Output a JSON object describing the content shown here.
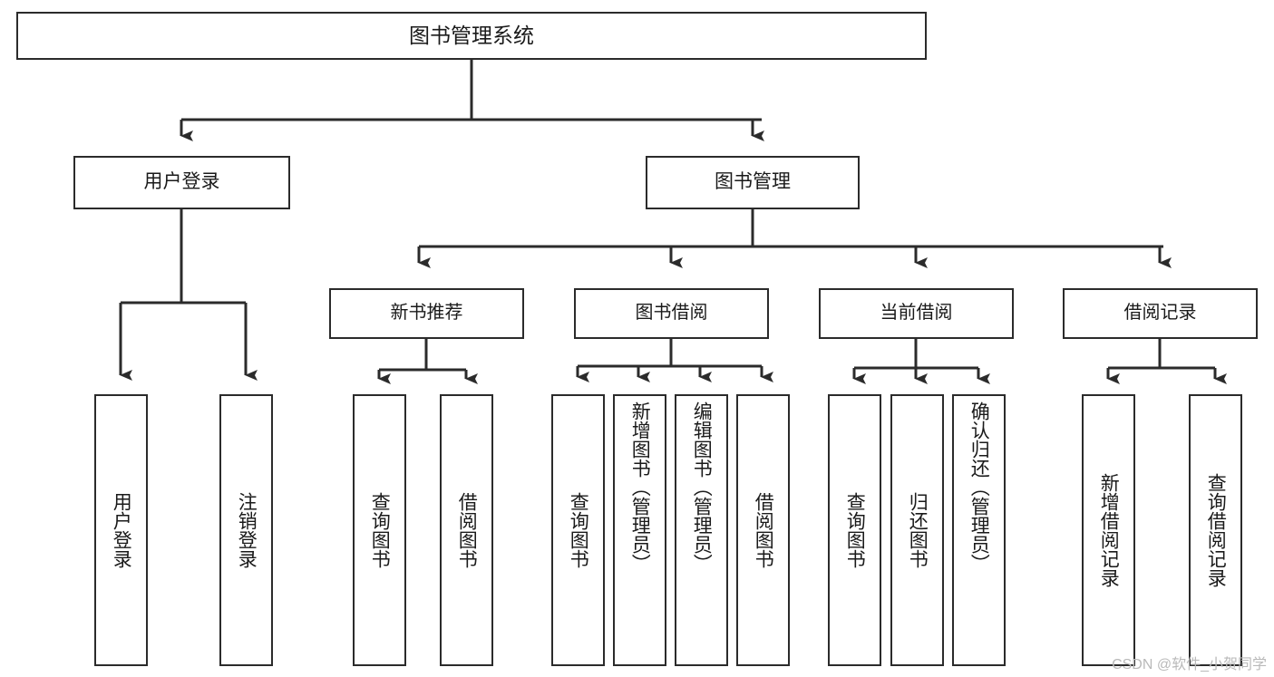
{
  "diagram": {
    "type": "tree-hierarchy-diagram",
    "title": "图书管理系统",
    "theme": {
      "background": "#ffffff",
      "box_border": "#2b2b2b",
      "box_fill": "#ffffff",
      "text": "#1a1a1a",
      "connector": "#2b2b2b",
      "watermark": "#b9b9b9"
    },
    "watermark": "CSDN @软件_小贺同学",
    "nodes": {
      "root": {
        "label": "图书管理系统",
        "level": 0
      },
      "l1": [
        {
          "id": "user-login",
          "label": "用户登录"
        },
        {
          "id": "book-management",
          "label": "图书管理"
        }
      ],
      "l2": [
        {
          "id": "new-book-recommend",
          "label": "新书推荐"
        },
        {
          "id": "book-borrow",
          "label": "图书借阅"
        },
        {
          "id": "current-borrow",
          "label": "当前借阅"
        },
        {
          "id": "borrow-record",
          "label": "借阅记录"
        }
      ],
      "leaves": {
        "user_login": [
          {
            "id": "leaf-user-login",
            "label": "用户登录"
          },
          {
            "id": "leaf-logout-login",
            "label": "注销登录"
          }
        ],
        "new_book_recommend": [
          {
            "id": "leaf-query-book-1",
            "label": "查询图书"
          },
          {
            "id": "leaf-borrow-book-1",
            "label": "借阅图书"
          }
        ],
        "book_borrow": [
          {
            "id": "leaf-query-book-2",
            "label": "查询图书"
          },
          {
            "id": "leaf-add-book",
            "label": "新增图书（管理员）"
          },
          {
            "id": "leaf-edit-book",
            "label": "编辑图书（管理员）"
          },
          {
            "id": "leaf-borrow-book-2",
            "label": "借阅图书"
          }
        ],
        "current_borrow": [
          {
            "id": "leaf-query-book-3",
            "label": "查询图书"
          },
          {
            "id": "leaf-return-book",
            "label": "归还图书"
          },
          {
            "id": "leaf-confirm-return",
            "label": "确认归还（管理员）"
          }
        ],
        "borrow_record": [
          {
            "id": "leaf-add-record",
            "label": "新增借阅记录"
          },
          {
            "id": "leaf-query-record",
            "label": "查询借阅记录"
          }
        ]
      }
    }
  }
}
